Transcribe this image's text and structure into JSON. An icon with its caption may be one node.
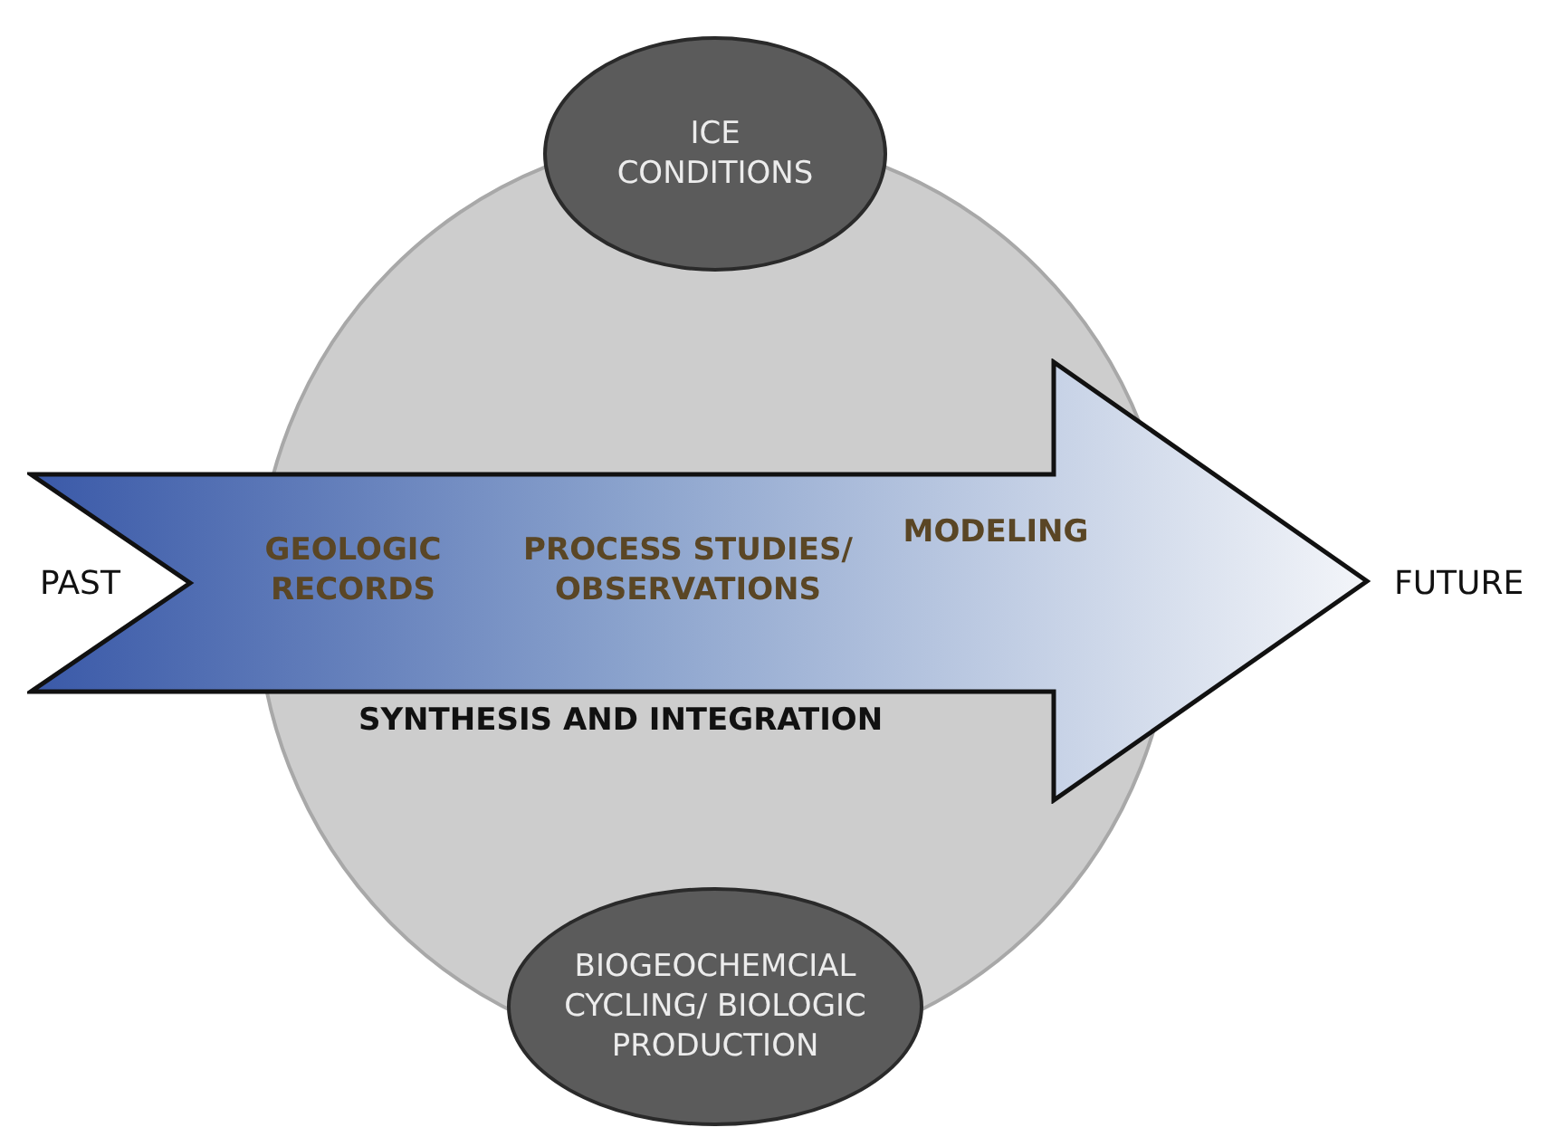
{
  "diagram": {
    "nodes": [
      {
        "text": [],
        "shape": "circle"
      },
      {
        "text": [
          "ICE CONDITIONS"
        ]
      },
      {
        "text": [
          "GEOLOGIC RECORDS",
          "PROCESS STUDIES/ OBSERVATIONS",
          "MODELING"
        ]
      },
      {
        "text": [
          "BIOGEOCHEMCIAL CYCLING/ BIOLOGIC PRODUCTION"
        ]
      }
    ],
    "labels": [
      "PAST",
      "FUTURE",
      "SYNTHESIS AND INTEGRATION"
    ]
  }
}
